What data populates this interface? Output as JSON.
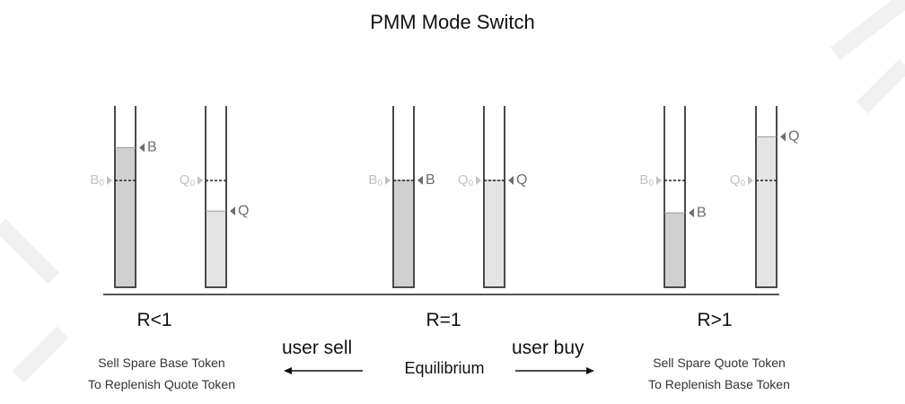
{
  "diagram": {
    "title": "PMM Mode Switch",
    "colors": {
      "tube_border": "#4a4a4a",
      "base_fill": "#d0d0d0",
      "quote_fill": "#e4e4e4",
      "marker_dark": "#6e6e6e",
      "marker_light": "#c2c2c2",
      "baseline": "#555555",
      "watermark": "#f1f1f1"
    },
    "states": [
      {
        "ratio_label": "R<1",
        "desc_lines": [
          "Sell Spare Base Token",
          "To Replenish Quote Token"
        ],
        "base_level": 0.77,
        "quote_level": 0.42,
        "base_marker": "B",
        "quote_marker": "Q",
        "base_ref_marker": "B₀",
        "quote_ref_marker": "Q₀"
      },
      {
        "ratio_label": "R=1",
        "desc_lines": [
          "Equilibrium"
        ],
        "base_level": 0.59,
        "quote_level": 0.59,
        "base_marker": "B",
        "quote_marker": "Q",
        "base_ref_marker": "B₀",
        "quote_ref_marker": "Q₀"
      },
      {
        "ratio_label": "R>1",
        "desc_lines": [
          "Sell Spare Quote Token",
          "To Replenish Base Token"
        ],
        "base_level": 0.41,
        "quote_level": 0.83,
        "base_marker": "B",
        "quote_marker": "Q",
        "base_ref_marker": "B₀",
        "quote_ref_marker": "Q₀"
      }
    ],
    "actions": {
      "sell_label": "user sell",
      "buy_label": "user buy"
    }
  }
}
